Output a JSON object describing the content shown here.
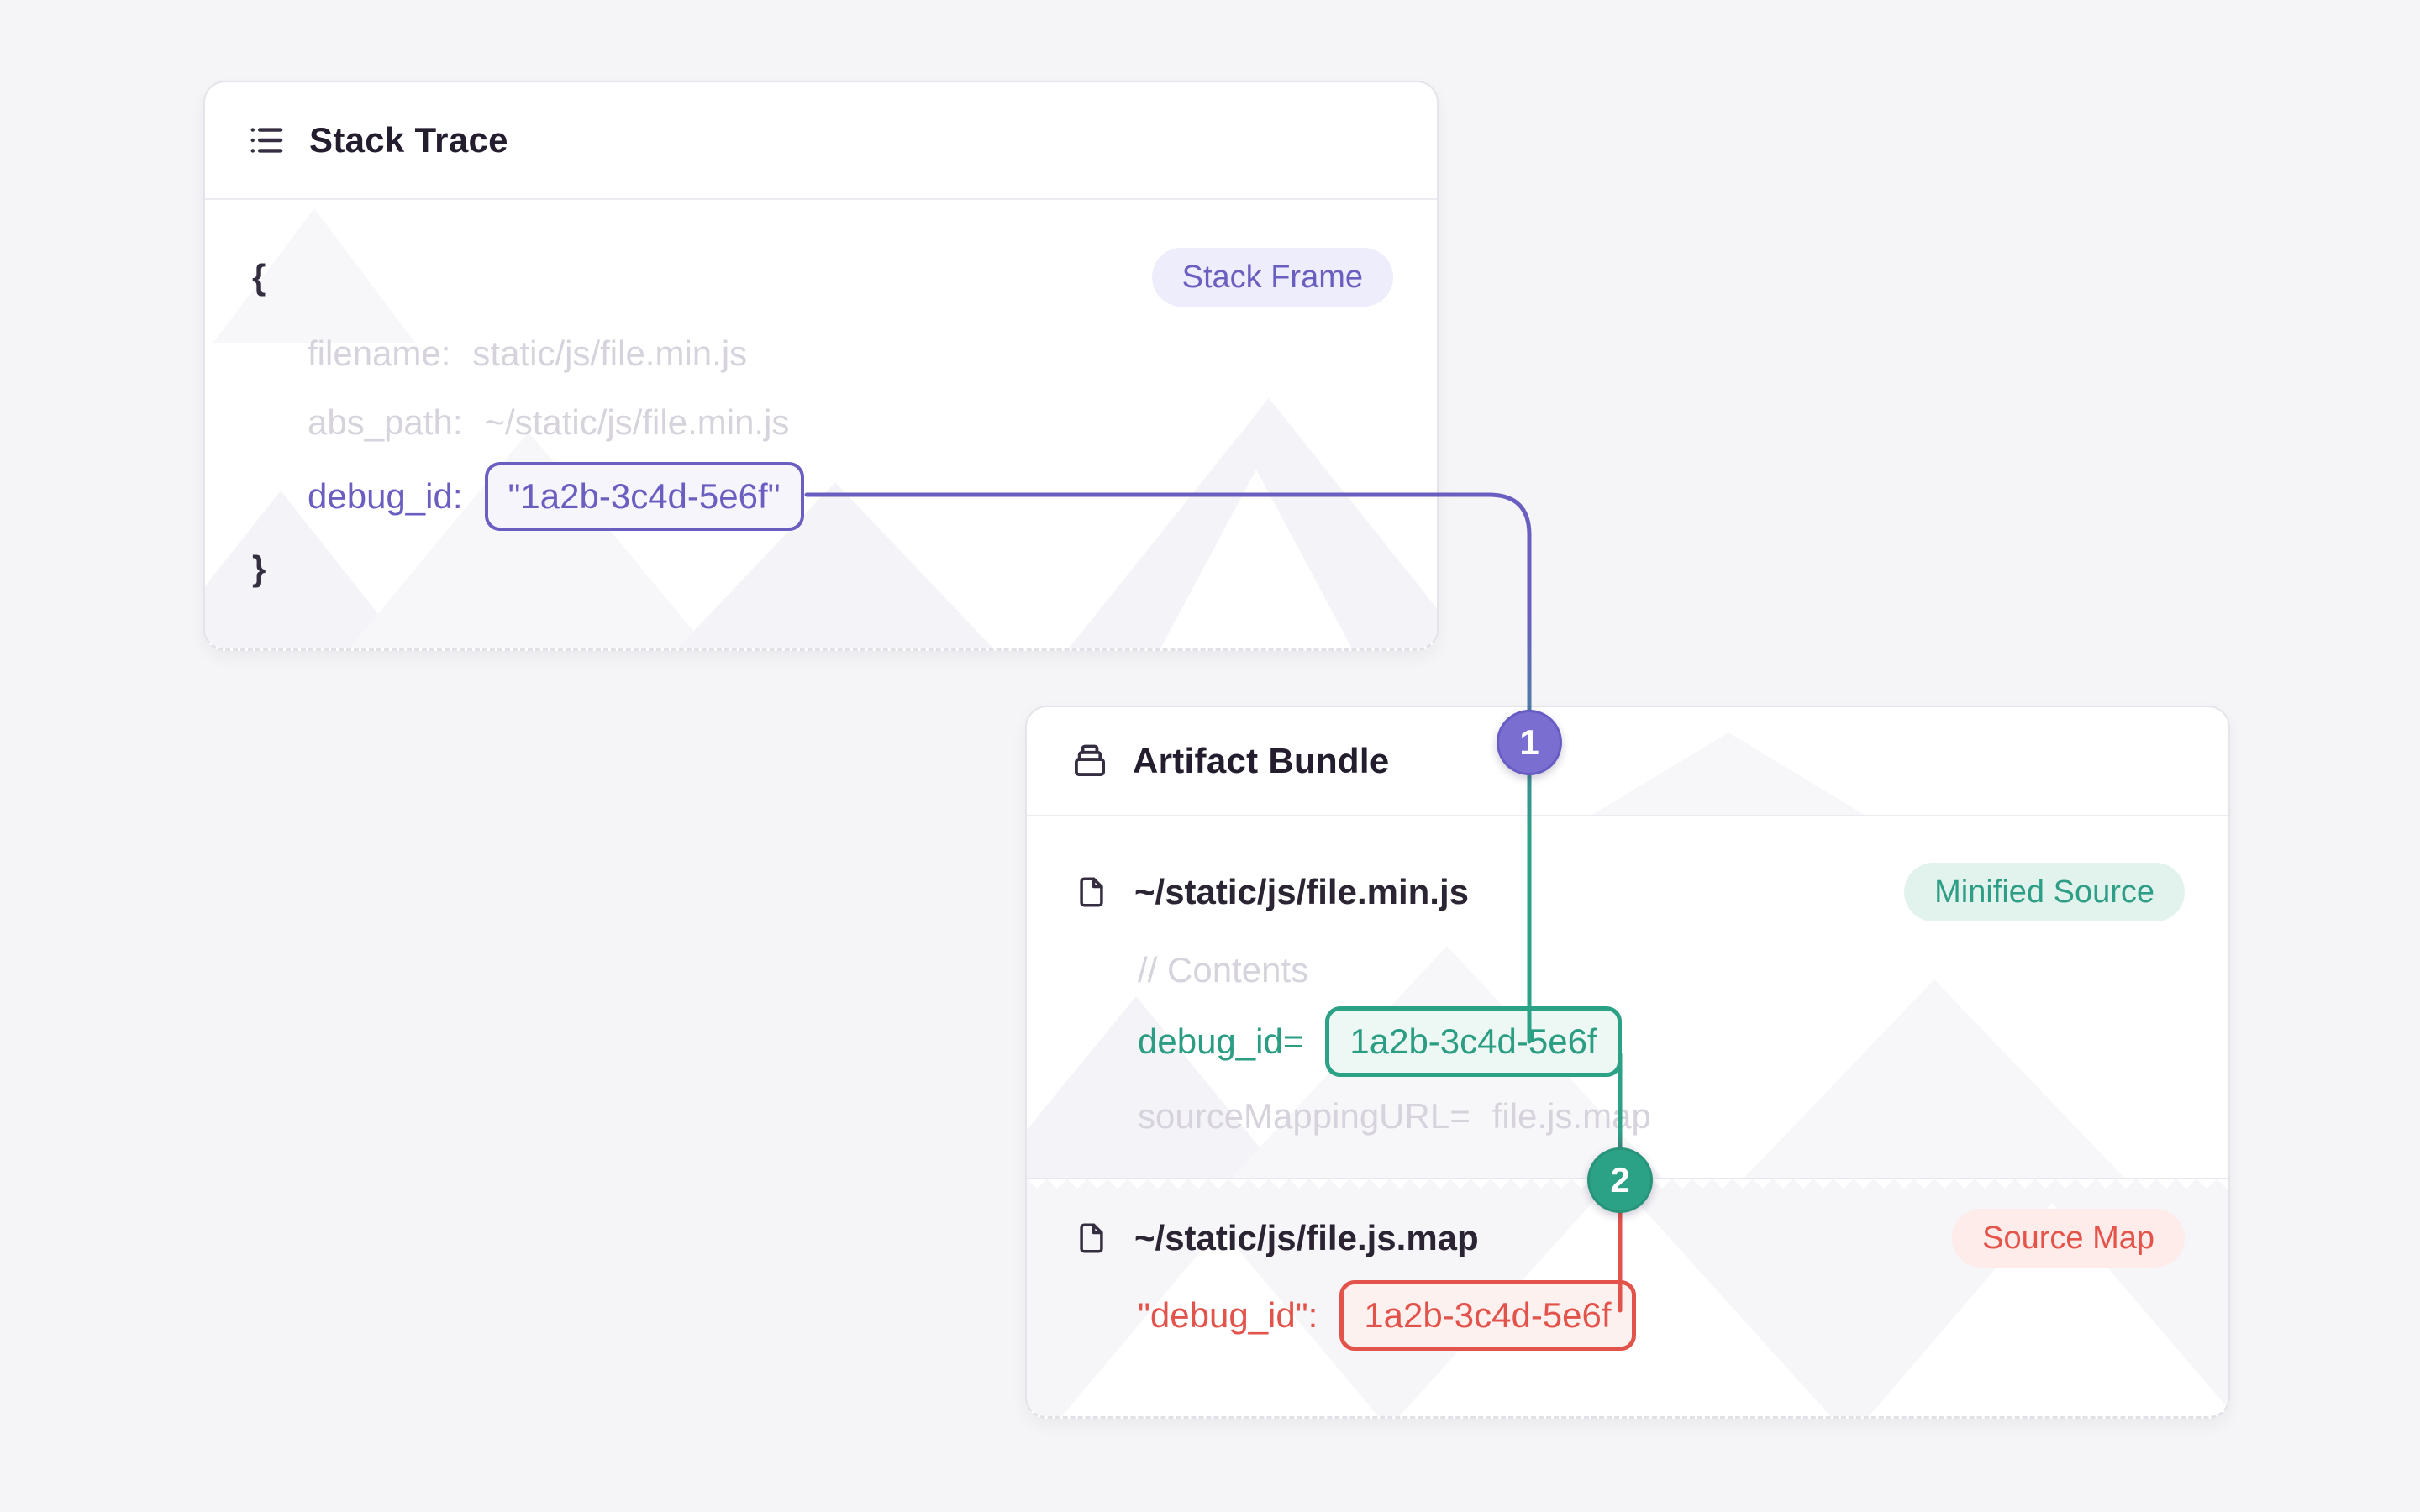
{
  "stack_trace": {
    "title": "Stack Trace",
    "frame_badge": "Stack Frame",
    "brace_open": "{",
    "brace_close": "}",
    "fields": {
      "filename_key": "filename:",
      "filename_value": "static/js/file.min.js",
      "abs_path_key": "abs_path:",
      "abs_path_value": "~/static/js/file.min.js",
      "debug_id_key": "debug_id:",
      "debug_id_value": "\"1a2b-3c4d-5e6f\""
    }
  },
  "artifact_bundle": {
    "title": "Artifact Bundle",
    "minified_file": {
      "path": "~/static/js/file.min.js",
      "badge": "Minified Source",
      "contents_comment": "// Contents",
      "debug_id_key": "debug_id=",
      "debug_id_value": "1a2b-3c4d-5e6f",
      "source_mapping_key": "sourceMappingURL=",
      "source_mapping_value": "file.js.map"
    },
    "source_map_file": {
      "path": "~/static/js/file.js.map",
      "badge": "Source Map",
      "debug_id_key": "\"debug_id\":",
      "debug_id_value": "1a2b-3c4d-5e6f"
    }
  },
  "connectors": {
    "step_1": "1",
    "step_2": "2"
  },
  "colors": {
    "purple_accent": "#6A5FC1",
    "teal_accent": "#2BA185",
    "red_accent": "#E2544B",
    "page_background": "#F5F5F7"
  }
}
